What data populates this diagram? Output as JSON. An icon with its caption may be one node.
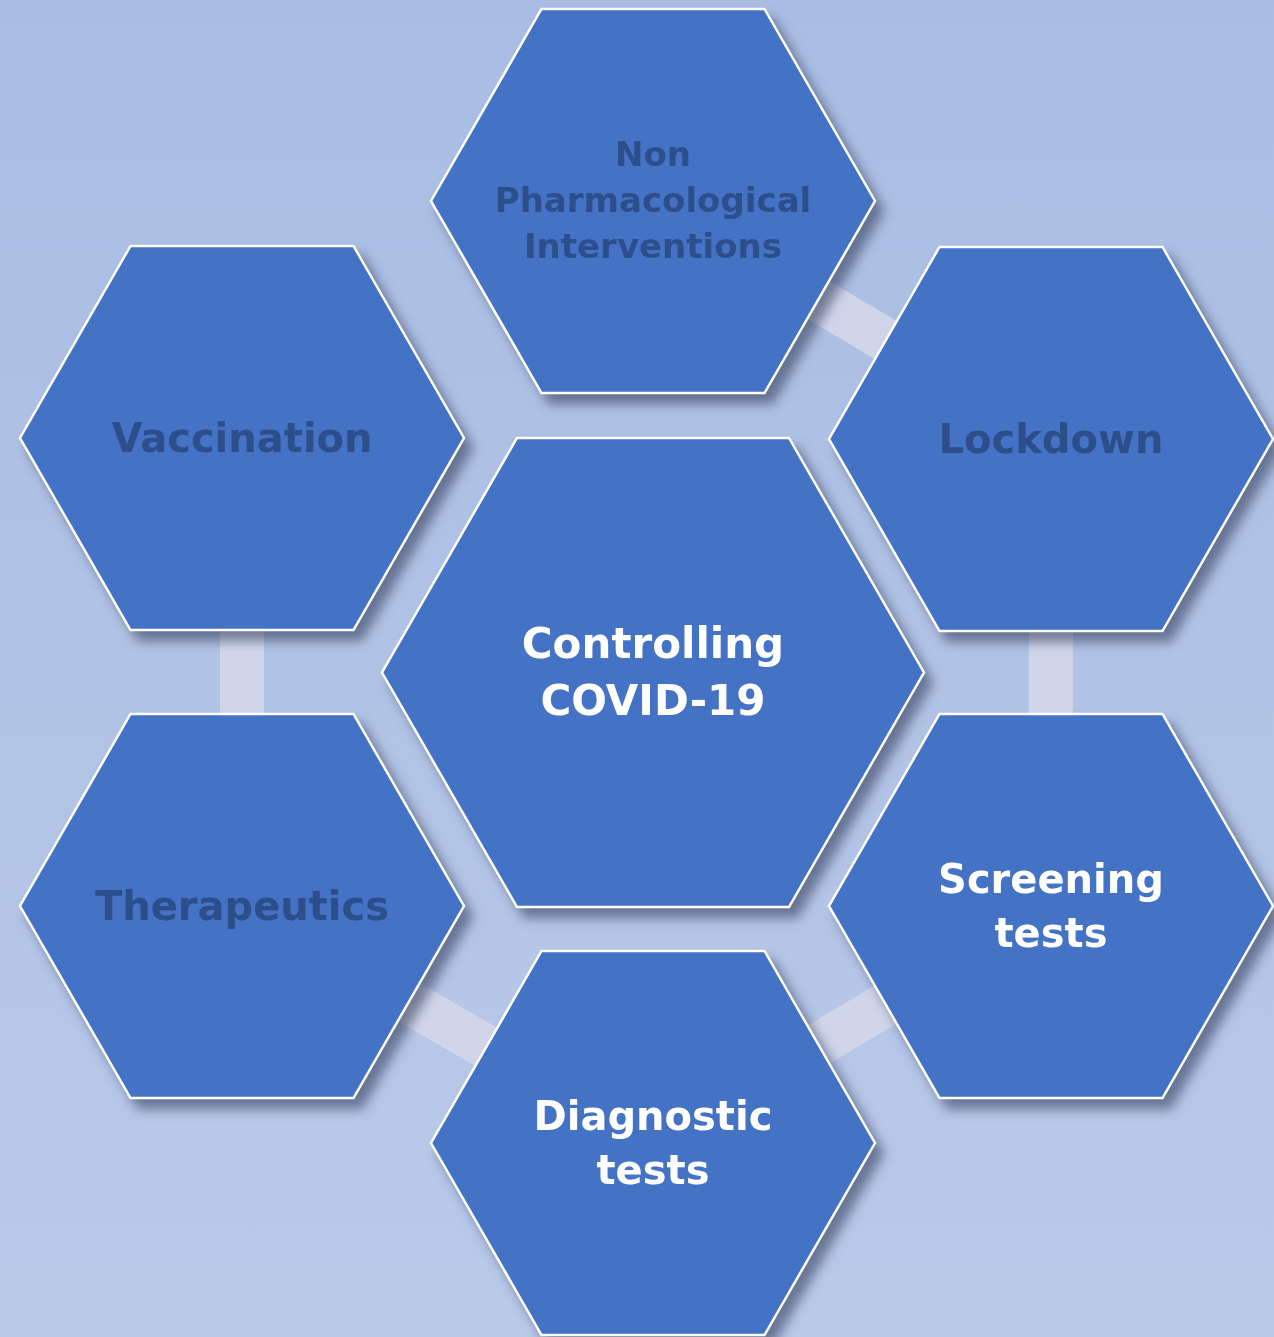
{
  "diagram": {
    "nodes": [
      {
        "text": [
          "Non Pharmacological Interventions"
        ]
      },
      {
        "text": [
          "Vaccination"
        ]
      },
      {
        "text": [
          "Lockdown"
        ]
      },
      {
        "text": [
          "Controlling COVID-19"
        ]
      },
      {
        "text": [
          "Screening tests"
        ]
      },
      {
        "text": [
          "Therapeutics"
        ]
      },
      {
        "text": [
          "Diagnostic tests"
        ]
      }
    ],
    "edges": [
      {
        "from": 0,
        "to": 2,
        "arrow": "none"
      },
      {
        "from": 2,
        "to": 4,
        "arrow": "none"
      },
      {
        "from": 4,
        "to": 6,
        "arrow": "none"
      },
      {
        "from": 6,
        "to": 5,
        "arrow": "none"
      },
      {
        "from": 5,
        "to": 1,
        "arrow": "none"
      }
    ]
  }
}
